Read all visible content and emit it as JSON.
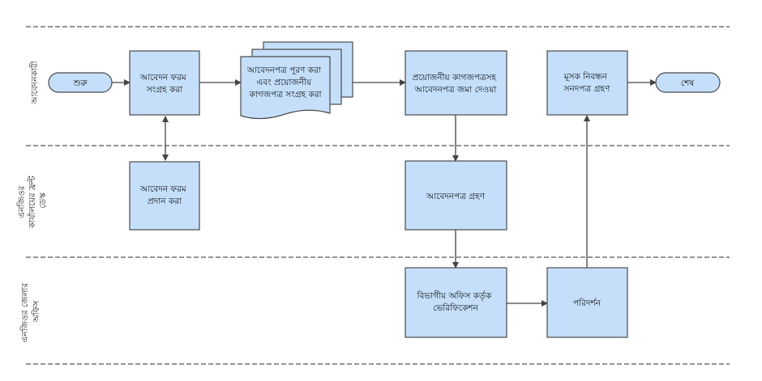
{
  "colors": {
    "box_fill": "#c5dffb",
    "box_stroke": "#4a4a4a",
    "lane_line": "#555555",
    "arrow": "#444444",
    "text": "#111111"
  },
  "lanes": {
    "applicant": "আবেদনকারী",
    "front_desk": [
      "এনজিওর",
      "কার্যালয়ের ফ্রন্ট",
      "ডেস্ক"
    ],
    "district_office": [
      "এনজিওর জেলার",
      "অফিস"
    ]
  },
  "nodes": {
    "start": "শুরু",
    "collect_form": [
      "আবেদন ফরম",
      "সংগ্রহ করা"
    ],
    "fill_form": [
      "আবেদনপত্র পূরণ করা",
      "এবং প্রয়োজনীয়",
      "কাগজপত্র সংগ্রহ করা"
    ],
    "submit": [
      "প্রয়োজনীয় কাগজপত্রসহ",
      "আবেদনপত্র জমা দেওয়া"
    ],
    "certificate": [
      "মূসক নিবন্ধন",
      "সনদপত্র গ্রহণ"
    ],
    "end": "শেষ",
    "provide_form": [
      "আবেদন ফরম",
      "প্রদান করা"
    ],
    "receive_app": "আবেদনপত্র গ্রহণ",
    "verification": [
      "বিভাগীয় অফিস কর্তৃক",
      "ভেরিফিকেশন"
    ],
    "inspection": "পরিদর্শন"
  }
}
